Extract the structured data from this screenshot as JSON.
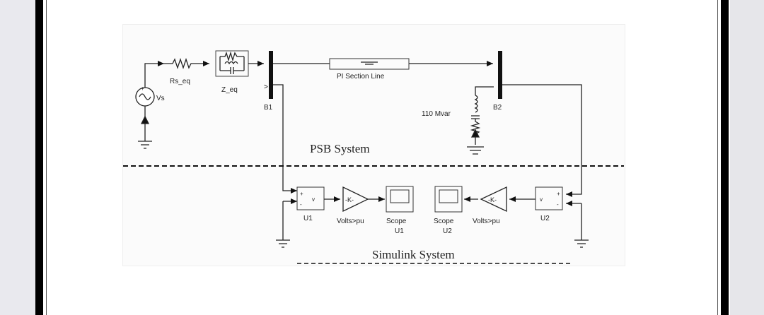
{
  "diagram": {
    "sections": {
      "psb": "PSB System",
      "simulink": "Simulink System"
    },
    "blocks": {
      "vs": "Vs",
      "rs_eq": "Rs_eq",
      "z_eq": "Z_eq",
      "b1": "B1",
      "b2": "B2",
      "line": "PI Section Line",
      "load": "110 Mvar",
      "u1": "U1",
      "u2": "U2",
      "gain1": "Volts>pu",
      "gain2": "Volts>pu",
      "scope1_line1": "Scope",
      "scope1_line2": "U1",
      "scope2_line1": "Scope",
      "scope2_line2": "U2",
      "gain_symbol": "-K-"
    }
  }
}
